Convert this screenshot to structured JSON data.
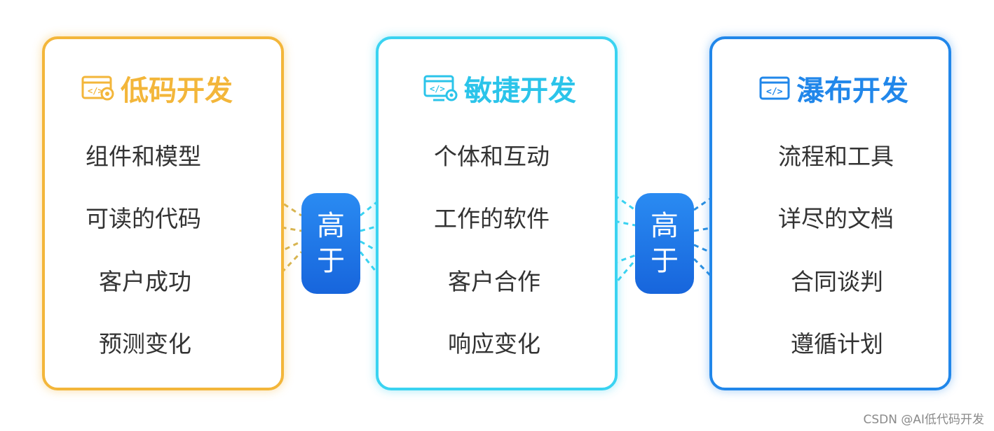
{
  "columns": {
    "low": {
      "title": "低码开发",
      "icon": "low-code-icon",
      "color": "#f3b63a",
      "items": [
        "组件和模型",
        "可读的代码",
        "客户成功",
        "预测变化"
      ]
    },
    "agile": {
      "title": "敏捷开发",
      "icon": "agile-code-icon",
      "color": "#3ad3f1",
      "items": [
        "个体和互动",
        "工作的软件",
        "客户合作",
        "响应变化"
      ]
    },
    "water": {
      "title": "瀑布开发",
      "icon": "waterfall-code-icon",
      "color": "#2187ea",
      "items": [
        "流程和工具",
        "详尽的文档",
        "合同谈判",
        "遵循计划"
      ]
    }
  },
  "comparison": {
    "label_line1": "高",
    "label_line2": "于"
  },
  "watermark": "CSDN @AI低代码开发"
}
